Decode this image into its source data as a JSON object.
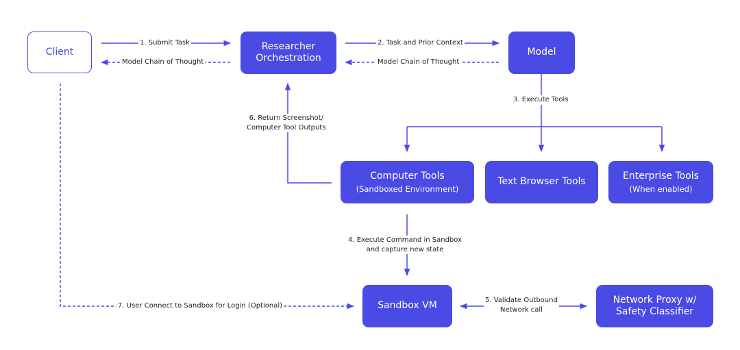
{
  "nodes": {
    "client": {
      "label": "Client"
    },
    "researcher": {
      "line1": "Researcher",
      "line2": "Orchestration"
    },
    "model": {
      "label": "Model"
    },
    "computer_tools": {
      "label": "Computer Tools",
      "sub": "(Sandboxed Environment)"
    },
    "text_browser_tools": {
      "label": "Text Browser Tools"
    },
    "enterprise_tools": {
      "label": "Enterprise Tools",
      "sub": "(When enabled)"
    },
    "sandbox_vm": {
      "label": "Sandbox VM"
    },
    "network_proxy": {
      "line1": "Network Proxy w/",
      "line2": "Safety Classifier"
    }
  },
  "edges": {
    "submit_task": "1. Submit Task",
    "chain_of_thought_client": "Model Chain of  Thought",
    "task_prior_context": "2. Task and Prior Context",
    "chain_of_thought_model": "Model Chain of  Thought",
    "execute_tools": "3. Execute Tools",
    "execute_command": {
      "line1": "4. Execute Command in Sandbox",
      "line2": "and capture new state"
    },
    "validate_outbound": {
      "line1": "5. Validate Outbound",
      "line2": "Network call"
    },
    "return_screenshot": {
      "line1": "6. Return Screenshot/",
      "line2": "Computer Tool Outputs"
    },
    "user_connect": "7. User Connect to Sandbox for Login (Optional)"
  },
  "colors": {
    "accent": "#4a4ae4",
    "text": "#222222",
    "background": "#ffffff"
  }
}
